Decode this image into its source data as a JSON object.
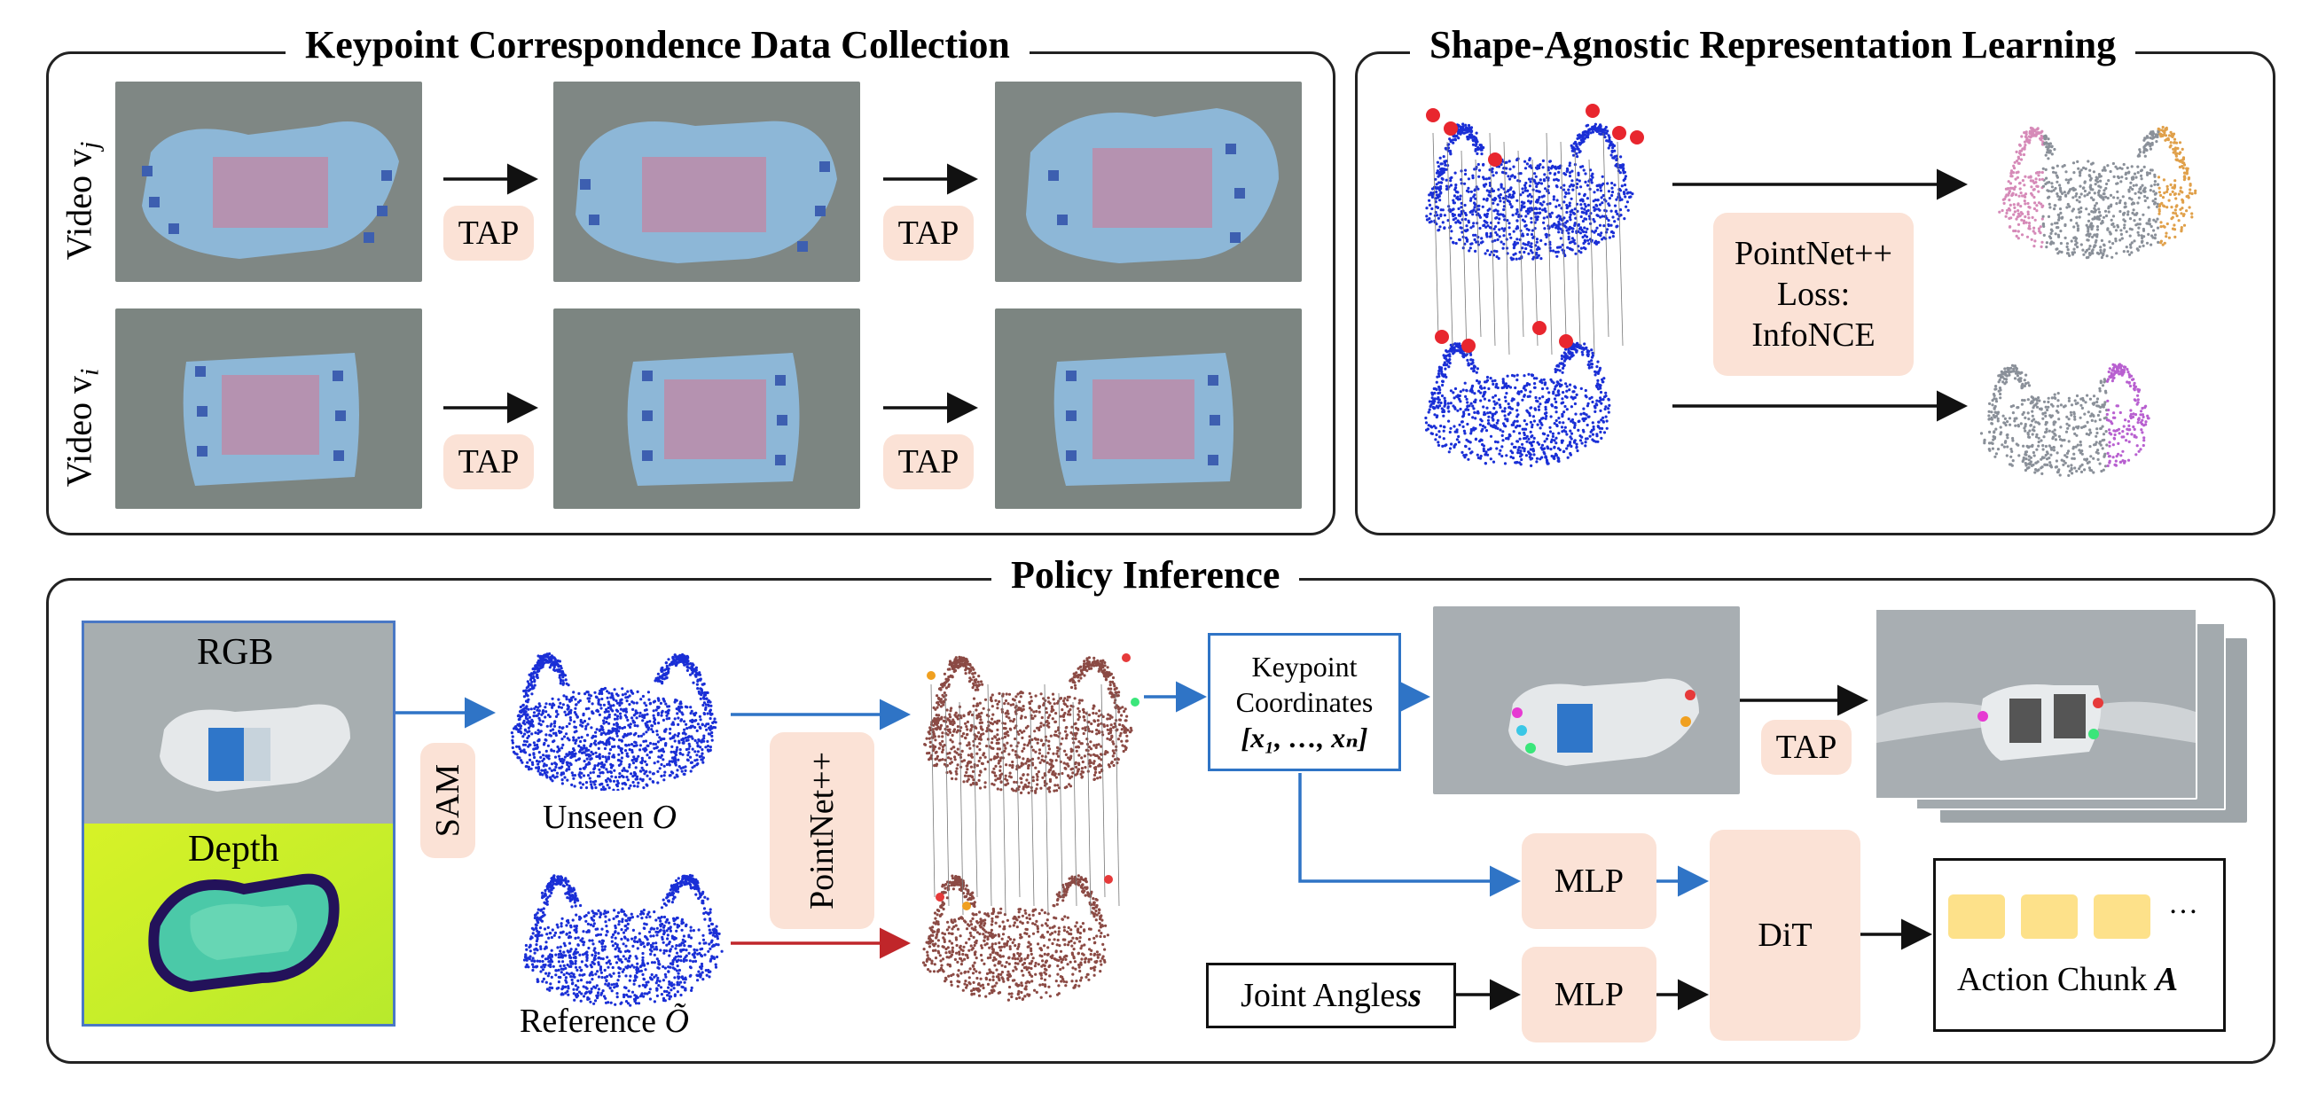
{
  "sections": {
    "collection": {
      "title": "Keypoint Correspondence Data Collection"
    },
    "representation": {
      "title": "Shape-Agnostic Representation Learning"
    },
    "policy": {
      "title": "Policy Inference"
    }
  },
  "collection": {
    "video_j": "Video v",
    "video_j_sub": "j",
    "video_i": "Video v",
    "video_i_sub": "i",
    "tap_label": "TAP"
  },
  "representation": {
    "model_line1": "PointNet++",
    "model_line2": "Loss:",
    "model_line3": "InfoNCE"
  },
  "policy": {
    "rgb_label": "RGB",
    "depth_label": "Depth",
    "sam_label": "SAM",
    "unseen_label": "Unseen ",
    "unseen_symbol": "O",
    "reference_label": "Reference ",
    "reference_symbol": "Õ",
    "pointnet_label": "PointNet++",
    "keypoint_line1": "Keypoint",
    "keypoint_line2": "Coordinates",
    "keypoint_line3": "[x₁, …, xₙ]",
    "tap_label": "TAP",
    "mlp_label": "MLP",
    "dit_label": "DiT",
    "joint_label": "Joint Angles ",
    "joint_symbol": "s",
    "action_label": "Action Chunk ",
    "action_symbol": "A",
    "ellipsis": "…"
  },
  "colors": {
    "pill": "#fbe2d6",
    "blue_arrow": "#2f74c6",
    "red_arrow": "#c0262a",
    "chunk": "#fde18a",
    "cloud_blue": "#1a2fd6"
  }
}
